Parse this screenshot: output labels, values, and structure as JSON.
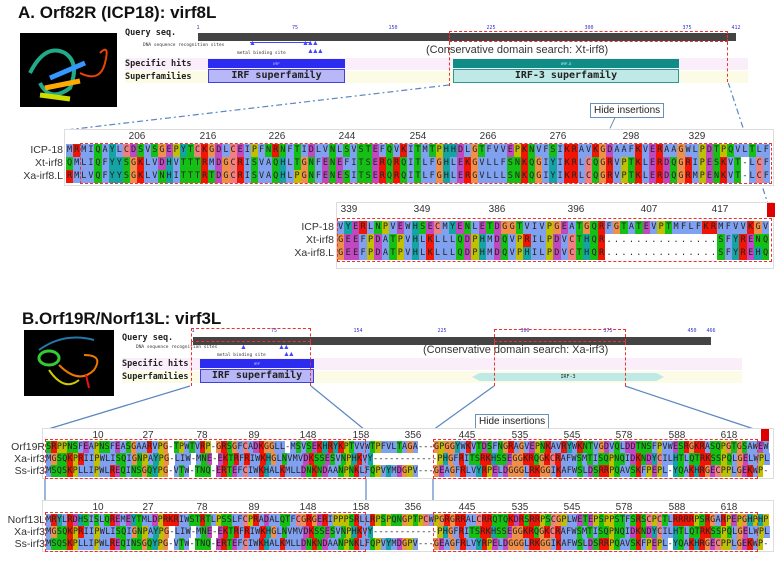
{
  "panel_a": {
    "title": "A. Orf82R (ICP18): virf8L",
    "graphic": {
      "query_label": "Query seq.",
      "dna_site_label": "DNA sequence recognition sites",
      "metal_site_label": "metal binding site",
      "specific_hits_label": "Specific hits",
      "superfamilies_label": "Superfamilies",
      "ruler_ticks": [
        "1",
        "75",
        "150",
        "225",
        "300",
        "375",
        "412"
      ],
      "search_note": "(Conservative domain search: Xt-irf8)",
      "hit_irf": "IRF",
      "hit_irf3": "IRF-3",
      "super_irf": "IRF superfamily",
      "super_irf3": "IRF-3 superfamily"
    },
    "hide_insertions": "Hide insertions",
    "block1": {
      "ticks": [
        "206",
        "216",
        "226",
        "244",
        "254",
        "266",
        "276",
        "298",
        "329"
      ],
      "rows": [
        {
          "name": "ICP-18",
          "seq": "MRMIQAYLCDSVSGEPYTCKGDLCEIPFNRNFTIDLVNLSVSTEFQVKITMTPHHDLGTFVVEPKNVFSIKRAVKGDAAFKVERAAGWLPDTPQVLTLF"
        },
        {
          "name": "Xt-irf8",
          "seq": "QMLIQFYYSGKLVDHVTTTRMDGCRISVAQHLTGNFENEFITSERQRQITLFGHLEKGVLLFSNKQGIYIKRLCQGRVPTKLERDQGRIPESKVT-LCF"
        },
        {
          "name": "Xa-irf8.L",
          "seq": "RMLVQFYYSGKLVNHITTTRTDGCRISVAQHLPGNFENESITSERQRQITLFGHLERGVLLLSNKQGIYIKRLCQGRVPTKLERDQGRMPENKVT-LCF"
        }
      ]
    },
    "block2": {
      "ticks": [
        "339",
        "349",
        "386",
        "396",
        "407",
        "417"
      ],
      "rows": [
        {
          "name": "ICP-18",
          "seq": "VYERLNPVEWHSECMYENLETDGGTVIVPGEATGQRFGTATEVPTMFLFKRMFVVKGV"
        },
        {
          "name": "Xt-irf8",
          "seq": "GEEFPDATPVHLKLLLQDPHMDQVPRILPDVCTHQR...............SFYRENQ"
        },
        {
          "name": "Xa-irf8.L",
          "seq": "GEEFPDATPVHLKLLLQDPHMDQVPHILPDVCTHQR...............SFYREHQ"
        }
      ]
    }
  },
  "panel_b": {
    "title": "B.Orf19R/Norf13L: virf3L",
    "graphic": {
      "query_label": "Query seq.",
      "dna_site_label": "DNA sequence recognition sites",
      "metal_site_label": "metal binding site",
      "specific_hits_label": "Specific hits",
      "superfamilies_label": "Superfamilies",
      "ruler_ticks": [
        "1",
        "75",
        "154",
        "225",
        "300",
        "375",
        "450",
        "466"
      ],
      "search_note": "(Conservative domain search: Xa-irf3)",
      "hit_irf": "IRF",
      "super_irf": "IRF superfamily",
      "super_irf3": "IRF-3"
    },
    "hide_insertions": "Hide insertions",
    "ticks": [
      "10",
      "27",
      "78",
      "89",
      "148",
      "158",
      "356",
      "445",
      "535",
      "545",
      "578",
      "588",
      "618"
    ],
    "block1": {
      "rows": [
        {
          "name": "Orf19R",
          "seq": "SRPPNSFEAPNSFEASGAARVPG-TPWTVRP-GRSGFCADKGGLL-MSVSEKHRYKPTVVWTPFVLTAGA---GPGGYWKVTDSFNGRAGVEPNKAVRYWKNTVGDVQLDDTNSFPVWESRGKRASQPGTGSAWEW"
        },
        {
          "name": "Xa-irf3",
          "seq": "MGSQKPRIIPWLISQIGNPAYPG-LIW-MNE-EKTRFRIWKHGLNVMVDKSSESVNPHKVY------------PHGFRITSRKHSSEGGKRQGKCRAFWSMTISQPNQIDKNDYCILHTLQTRKSSPQLGELWPL"
        },
        {
          "name": "Ss-irf3",
          "seq": "MSQSKPLLIPWLREQINSGQYPG-VTW-TNQ-ERTEFCIWKHALKMLLDNKNDAANPNKLFQPVYMDGPV---GEAGFRLVYRPELDGGGLRKGGIKAFWSLDSRRPQAVSKFPEPL-YQAKHRGECPPLGEKWP-"
        }
      ]
    },
    "block2": {
      "rows": [
        {
          "name": "Norf13L",
          "seq": "MRYLRDHSISLQREMEYTMLDPRKRIWSTRTLPSSLFCPRADALQTFCGRGERIPPPSRLLRPSPQNGPTPCWPGRGRRALCRRQTQKDRSRRPSCGPLWETEPSPPSTFSRSCPCTLRRRRPSRGARPEPGHPHP"
        },
        {
          "name": "Xa-irf3",
          "seq": "MGSQKPRIIPWLISQIGNPAYPG-LIW-MNE-EKTRFRIWKHGLNVMVDKSSESVNPHKVY------------PHGFRITSRKHSSEGGKRQGKCRAFWSMTISQPNQIDKNDYCILHTLQTRKSSPQLGELWPL"
        },
        {
          "name": "Ss-irf3",
          "seq": "MSQSKPLLIPWLREQINSGQYPG-VTW-TNQ-ERTEFCIWKHALKMLLDNKNDAANPNKLFQPVYMDGPV---GEAGFRLVYRPELDGGGLRKGGIKAFWSLDSRRPQAVSKFPEPL-YQAKHRGECPPLGEKWP-"
        }
      ]
    }
  },
  "colors": {
    "hydrophobic": "#80a0f0",
    "basic": "#f01505",
    "acidic": "#c048c0",
    "polar": "#15c015",
    "glycine": "#f09048",
    "proline": "#c0c000",
    "cysteine": "#f08080",
    "aromatic": "#15a4a4",
    "highlight": "#f03030",
    "irf": "#2c2cf0",
    "irf3": "#0e8c85"
  }
}
